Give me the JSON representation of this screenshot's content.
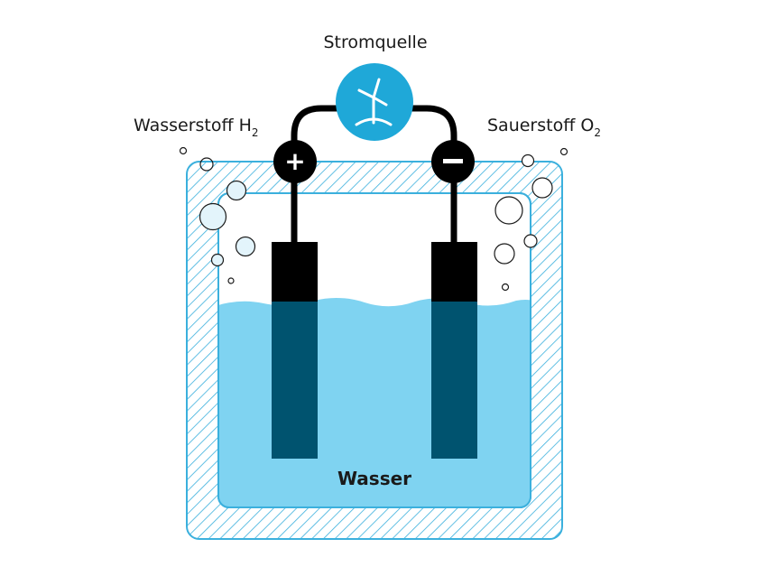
{
  "diagram": {
    "power_source": {
      "label": "Stromquelle",
      "icon": "wind-turbine-icon"
    },
    "hydrogen": {
      "label": "Wasserstoff H",
      "subscript": "2"
    },
    "oxygen": {
      "label": "Sauerstoff O",
      "subscript": "2"
    },
    "water": {
      "label": "Wasser"
    },
    "terminals": {
      "positive": "+",
      "negative": "−"
    },
    "colors": {
      "accent": "#1fa8d8",
      "water": "#7fd3f1",
      "electrode": "#000000",
      "electrode_submerged": "#00536f",
      "hatch": "#3bb0dd",
      "text": "#1a1a1a"
    }
  }
}
